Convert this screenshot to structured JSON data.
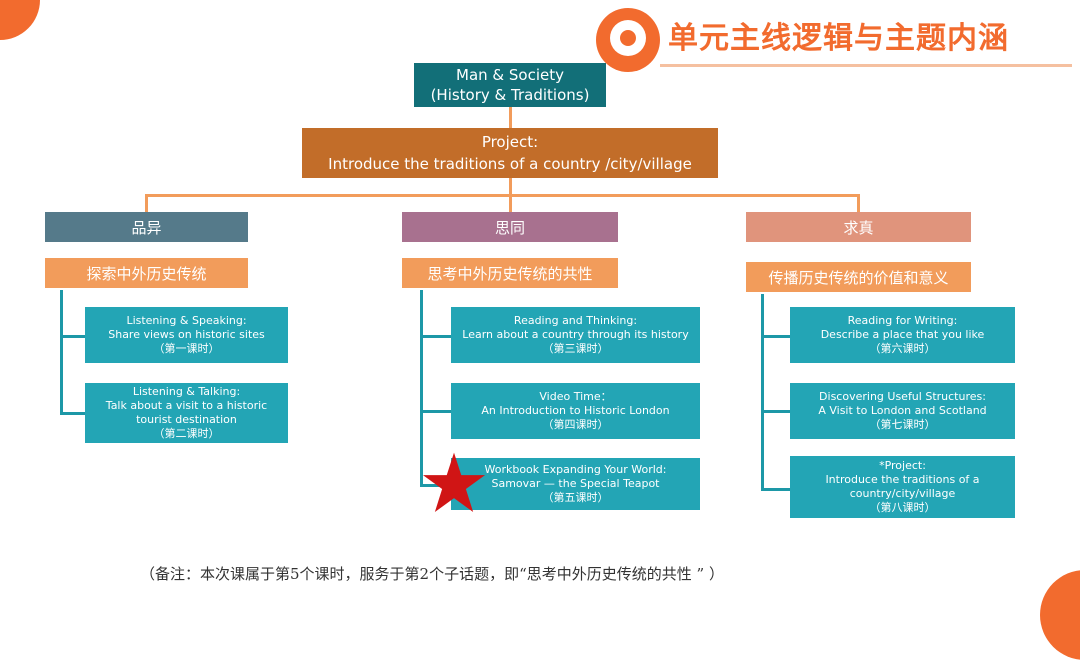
{
  "header": {
    "title": "单元主线逻辑与主题内涵"
  },
  "root": {
    "line1": "Man & Society",
    "line2": "(History & Traditions)",
    "color": "#126f78"
  },
  "project": {
    "line1": "Project:",
    "line2": "Introduce the traditions of a country /city/village",
    "color": "#c26d29"
  },
  "columns": [
    {
      "category": "品异",
      "category_color": "#557a8a",
      "subtitle": "探索中外历史传统",
      "lessons": [
        {
          "l1": "Listening & Speaking:",
          "l2": "Share views on historic sites",
          "l3": "",
          "period": "（第一课时）"
        },
        {
          "l1": "Listening & Talking:",
          "l2": "Talk about a visit to a historic",
          "l3": "tourist destination",
          "period": "（第二课时）"
        }
      ]
    },
    {
      "category": "思同",
      "category_color": "#a8718f",
      "subtitle": "思考中外历史传统的共性",
      "lessons": [
        {
          "l1": "Reading and Thinking:",
          "l2": "Learn about a country through its history",
          "l3": "",
          "period": "（第三课时）"
        },
        {
          "l1": "Video Time：",
          "l2": "An Introduction to Historic London",
          "l3": "",
          "period": "（第四课时）"
        },
        {
          "l1": "Workbook Expanding Your World:",
          "l2": "Samovar — the Special Teapot",
          "l3": "",
          "period": "（第五课时）"
        }
      ]
    },
    {
      "category": "求真",
      "category_color": "#e0947c",
      "subtitle": "传播历史传统的价值和意义",
      "lessons": [
        {
          "l1": "Reading for Writing:",
          "l2": "Describe a place that you like",
          "l3": "",
          "period": "（第六课时）"
        },
        {
          "l1": "Discovering Useful Structures:",
          "l2": "A Visit to London and Scotland",
          "l3": "",
          "period": "（第七课时）"
        },
        {
          "l1": "*Project:",
          "l2": "Introduce the traditions of a",
          "l3": "country/city/village",
          "period": "（第八课时）"
        }
      ]
    }
  ],
  "star": {
    "icon": "star-icon",
    "color": "#d01515"
  },
  "note": "（备注：本次课属于第5个课时，服务于第2个子话题，即“思考中外历史传统的共性 ” ）"
}
